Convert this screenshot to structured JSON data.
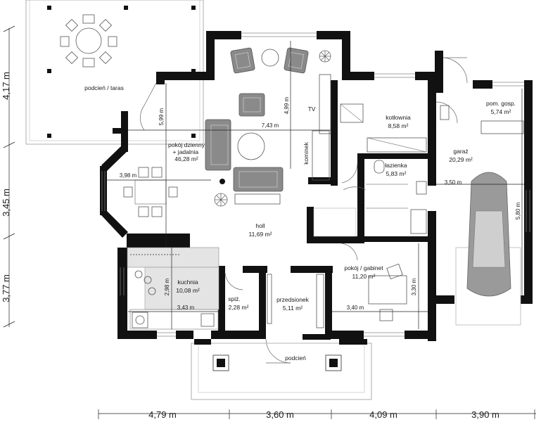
{
  "rooms": {
    "taras": {
      "name": "podcień / taras"
    },
    "living": {
      "name": "pokój dzienny\n+ jadalnia",
      "area": "46,28 m²"
    },
    "kotlownia": {
      "name": "kotłownia",
      "area": "8,58 m²"
    },
    "pom_gosp": {
      "name": "pom. gosp.",
      "area": "5,74 m²"
    },
    "lazienka": {
      "name": "łazienka",
      "area": "5,83 m²"
    },
    "garaz": {
      "name": "garaż",
      "area": "20,29 m²"
    },
    "holl": {
      "name": "holl",
      "area": "11,69 m²"
    },
    "kuchnia": {
      "name": "kuchnia",
      "area": "10,08 m²"
    },
    "spiz": {
      "name": "spiż.",
      "area": "2,28 m²"
    },
    "przedsionek": {
      "name": "przedsionek",
      "area": "5,11 m²"
    },
    "gabinet": {
      "name": "pokój / gabinet",
      "area": "11,20 m²"
    },
    "podcien": {
      "name": "podcień"
    }
  },
  "labels": {
    "tv": "TV",
    "kominek": "kominek"
  },
  "inner_dims": {
    "d599": "5,99 m",
    "d743": "7,43 m",
    "d499": "4,99 m",
    "d398": "3,98 m",
    "d350": "3,50 m",
    "d580": "5,80 m",
    "d298": "2,98 m",
    "d343": "3,43 m",
    "d340": "3,40 m",
    "d330": "3,30 m"
  },
  "left_dims": [
    "4,17 m",
    "3,45 m",
    "3,77 m"
  ],
  "bottom_dims": [
    "4,79 m",
    "3,60 m",
    "4,09 m",
    "3,90 m"
  ]
}
